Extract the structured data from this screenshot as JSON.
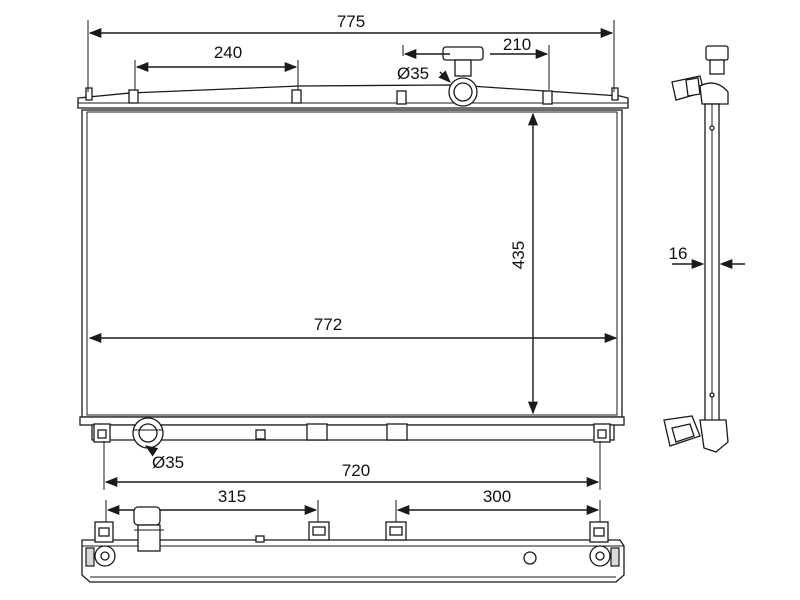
{
  "dimensions": {
    "overall_width": "775",
    "top_left_span": "240",
    "top_right_span": "210",
    "top_cap_diameter": "Ø35",
    "core_height": "435",
    "core_width": "772",
    "depth": "16",
    "bottom_outlet_diameter": "Ø35",
    "mount_span": "720",
    "bottom_left_span": "315",
    "bottom_right_span": "300"
  },
  "colors": {
    "line": "#1a1a1a",
    "background": "#ffffff",
    "core_fin": "#d0d0d0"
  }
}
